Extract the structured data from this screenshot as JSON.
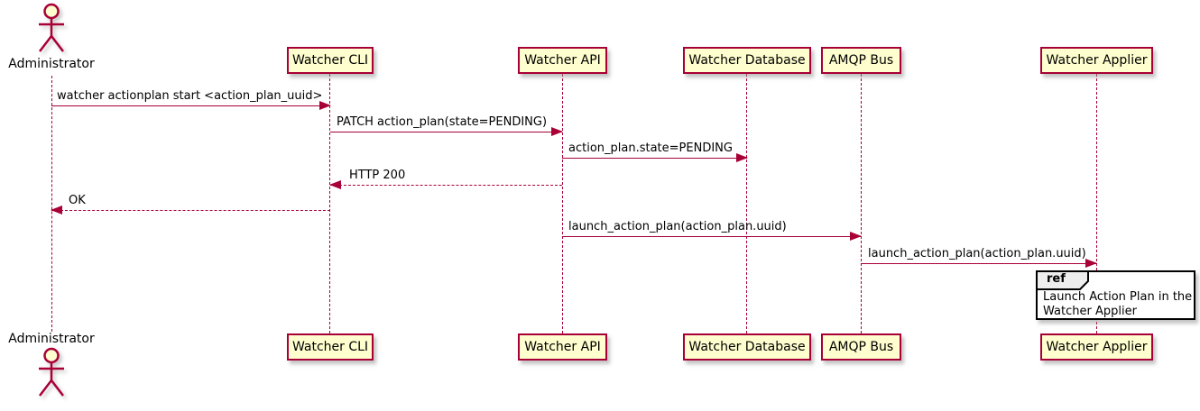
{
  "diagram": {
    "type": "sequence-diagram",
    "colors": {
      "background": "#FFFFFF",
      "participant_fill": "#FEFECE",
      "participant_border": "#A80036",
      "arrow": "#A80036",
      "lifeline": "#A80036",
      "ref_fill": "#FFFFFF",
      "ref_header_fill": "#EEEEEE",
      "ref_border": "#000000",
      "text": "#000000"
    },
    "actor": {
      "label": "Administrator"
    },
    "participants": [
      {
        "label": "Watcher CLI"
      },
      {
        "label": "Watcher API"
      },
      {
        "label": "Watcher Database"
      },
      {
        "label": "AMQP Bus"
      },
      {
        "label": "Watcher Applier"
      }
    ],
    "messages": [
      {
        "from": "Administrator",
        "to": "Watcher CLI",
        "text": "watcher actionplan start <action_plan_uuid>",
        "line": "solid",
        "direction": "right"
      },
      {
        "from": "Watcher CLI",
        "to": "Watcher API",
        "text": "PATCH action_plan(state=PENDING)",
        "line": "solid",
        "direction": "right"
      },
      {
        "from": "Watcher API",
        "to": "Watcher Database",
        "text": "action_plan.state=PENDING",
        "line": "solid",
        "direction": "right"
      },
      {
        "from": "Watcher API",
        "to": "Watcher CLI",
        "text": "HTTP 200",
        "line": "dashed",
        "direction": "left"
      },
      {
        "from": "Watcher CLI",
        "to": "Administrator",
        "text": "OK",
        "line": "dashed",
        "direction": "left"
      },
      {
        "from": "Watcher API",
        "to": "AMQP Bus",
        "text": "launch_action_plan(action_plan.uuid)",
        "line": "solid",
        "direction": "right"
      },
      {
        "from": "AMQP Bus",
        "to": "Watcher Applier",
        "text": "launch_action_plan(action_plan.uuid)",
        "line": "solid",
        "direction": "right"
      }
    ],
    "ref": {
      "keyword": "ref",
      "over": "Watcher Applier",
      "lines": [
        "Launch Action Plan in the",
        "Watcher Applier"
      ]
    }
  }
}
